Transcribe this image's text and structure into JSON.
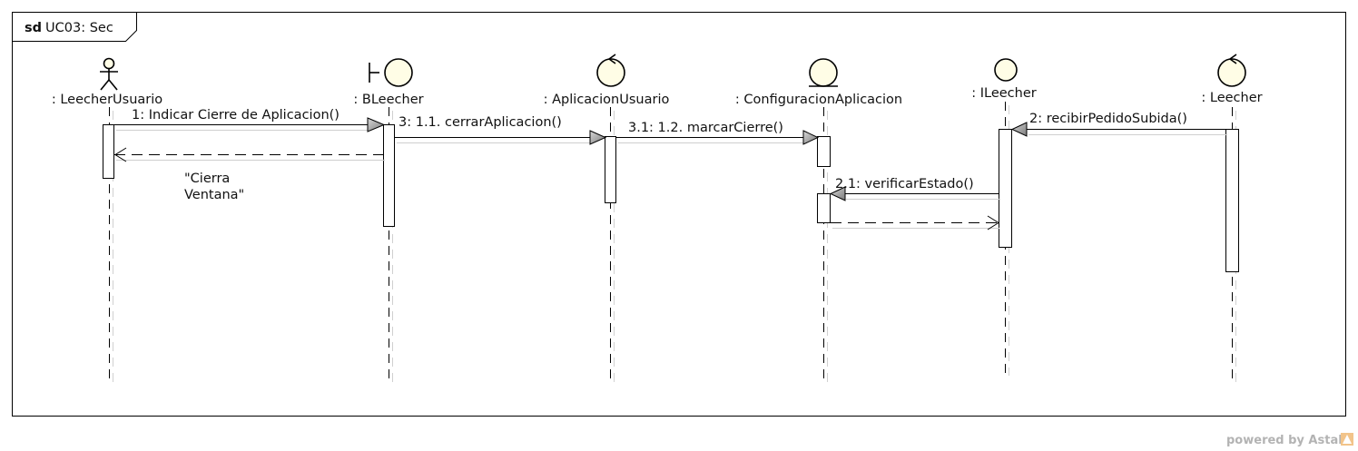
{
  "frame": {
    "keyword": "sd",
    "name": "UC03: Sec"
  },
  "lifelines": [
    {
      "id": "leecherusuario",
      "label": ": LeecherUsuario",
      "stereotype": "actor"
    },
    {
      "id": "bleecher",
      "label": ": BLeecher",
      "stereotype": "boundary"
    },
    {
      "id": "aplicacionusuario",
      "label": ": AplicacionUsuario",
      "stereotype": "control"
    },
    {
      "id": "configuracionaplicacion",
      "label": ": ConfiguracionAplicacion",
      "stereotype": "entity"
    },
    {
      "id": "ileecher",
      "label": ": ILeecher",
      "stereotype": "interface"
    },
    {
      "id": "leecher",
      "label": ": Leecher",
      "stereotype": "control"
    }
  ],
  "messages": [
    {
      "id": "m1",
      "label": "1: Indicar Cierre de Aplicacion()",
      "from": "leecherusuario",
      "to": "bleecher",
      "kind": "sync"
    },
    {
      "id": "m-cierra",
      "label": "\"Cierra\nVentana\"",
      "from": "bleecher",
      "to": "leecherusuario",
      "kind": "return"
    },
    {
      "id": "m3",
      "label": "3: 1.1. cerrarAplicacion()",
      "from": "bleecher",
      "to": "aplicacionusuario",
      "kind": "sync"
    },
    {
      "id": "m31",
      "label": "3.1: 1.2. marcarCierre()",
      "from": "aplicacionusuario",
      "to": "configuracionaplicacion",
      "kind": "sync"
    },
    {
      "id": "m2",
      "label": "2: recibirPedidoSubida()",
      "from": "leecher",
      "to": "ileecher",
      "kind": "sync"
    },
    {
      "id": "m21",
      "label": "2.1: verificarEstado()",
      "from": "ileecher",
      "to": "configuracionaplicacion",
      "kind": "sync"
    },
    {
      "id": "m21r",
      "label": "",
      "from": "configuracionaplicacion",
      "to": "ileecher",
      "kind": "return"
    }
  ],
  "watermark": "powered by Astah",
  "colors": {
    "icon_fill": "#fffde6",
    "arrow_fill": "#9a9a9a",
    "line": "#000000"
  }
}
